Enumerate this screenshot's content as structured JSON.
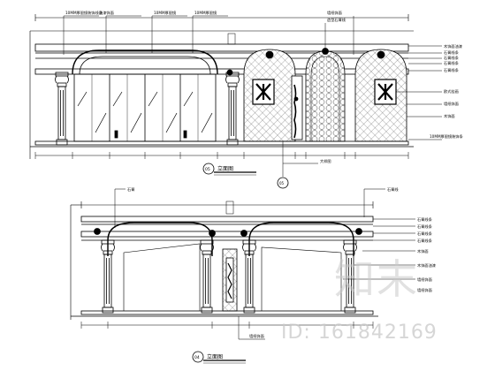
{
  "top_elevation": {
    "number": "05",
    "title": "立面图",
    "callout_mark": "05",
    "callout_text": "大样图",
    "left_labels": [
      "10MM厚银镜装饰线条",
      "油漆饰面",
      "10MM厚银镜",
      "10MM厚银镜"
    ],
    "top_right_labels": [
      "墙纸饰面",
      "造型石膏线"
    ],
    "right_labels": [
      "木饰面油漆",
      "石膏线条",
      "石膏线条",
      "石膏线条",
      "石膏线条",
      "欧式挂画",
      "墙纸饰面",
      "木饰面",
      "10MM厚银镜装饰条"
    ]
  },
  "bottom_elevation": {
    "number": "04",
    "title": "立面图",
    "top_labels": [
      "石膏",
      "石膏线"
    ],
    "right_labels": [
      "石膏线条",
      "石膏线条",
      "石膏线条",
      "石膏线条",
      "木饰面",
      "木饰面油漆",
      "墙纸饰面",
      "墙纸饰面"
    ],
    "bottom_label": "墙纸饰面"
  },
  "watermark": {
    "logo": "知末",
    "id": "ID: 161842169"
  }
}
